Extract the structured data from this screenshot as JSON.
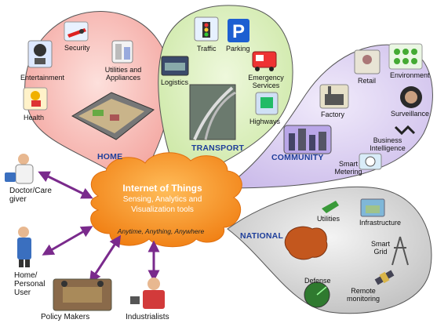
{
  "diagram": {
    "center": {
      "title": "Internet of Things",
      "subtitle_line1": "Sensing, Analytics and",
      "subtitle_line2": "Visualization tools",
      "tagline": "Anytime, Anything, Anywhere"
    },
    "domains": {
      "home": {
        "title": "HOME",
        "items": {
          "security": "Security",
          "entertainment": "Entertainment",
          "utilities_line1": "Utilities and",
          "utilities_line2": "Appliances",
          "health": "Health"
        }
      },
      "transport": {
        "title": "TRANSPORT",
        "items": {
          "traffic": "Traffic",
          "parking": "Parking",
          "logistics": "Logistics",
          "emergency_line1": "Emergency",
          "emergency_line2": "Services",
          "highways": "Highways"
        }
      },
      "community": {
        "title": "COMMUNITY",
        "items": {
          "retail": "Retail",
          "environment": "Environment",
          "factory": "Factory",
          "surveillance": "Surveillance",
          "bi_line1": "Business",
          "bi_line2": "Intelligence",
          "smart_metering_line1": "Smart",
          "smart_metering_line2": "Metering"
        }
      },
      "national": {
        "title": "NATIONAL",
        "items": {
          "utilities": "Utilities",
          "infrastructure": "Infrastructure",
          "smart_grid_line1": "Smart",
          "smart_grid_line2": "Grid",
          "defense": "Defense",
          "remote_line1": "Remote",
          "remote_line2": "monitoring"
        }
      }
    },
    "people": {
      "doctor_line1": "Doctor/Care",
      "doctor_line2": "giver",
      "home_user_line1": "Home/",
      "home_user_line2": "Personal",
      "home_user_line3": "User",
      "policy_makers": "Policy Makers",
      "industrialists": "Industrialists"
    },
    "colors": {
      "home": "#f6a7a2",
      "transport": "#d4ecae",
      "community": "#d6c8f0",
      "national": "#cfcfcf",
      "cloud": "#f7931e",
      "arrow": "#7a2a8c",
      "title_blue": "#1f3f9a"
    }
  }
}
